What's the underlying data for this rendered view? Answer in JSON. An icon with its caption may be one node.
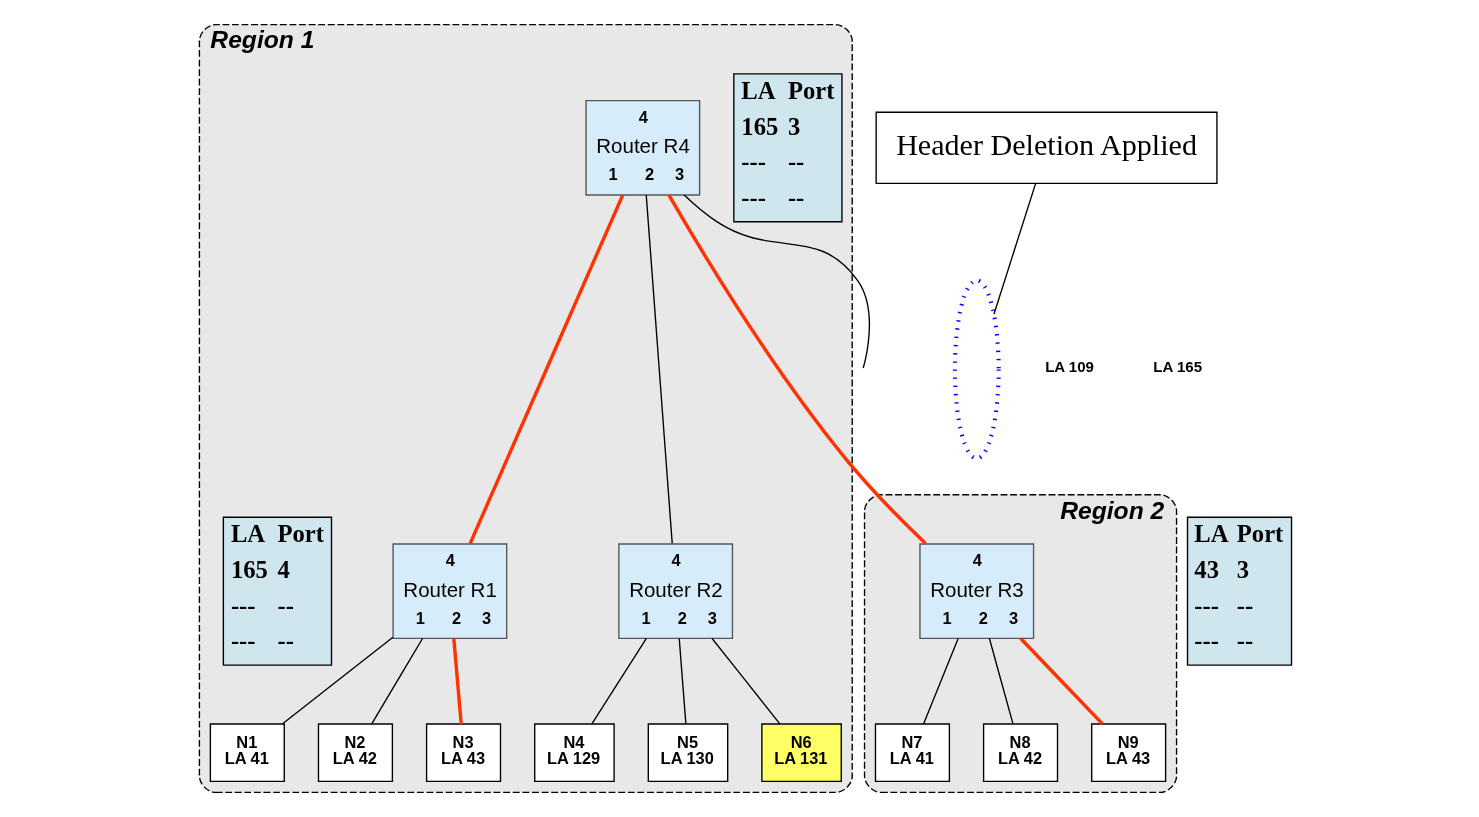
{
  "diagram": {
    "nodes": [
      {
        "text": [
          "Region 1"
        ]
      },
      {
        "text": [
          "LA",
          "Port",
          "165",
          "3",
          "---",
          "--",
          "---",
          "--"
        ],
        "in": 0
      },
      {
        "text": [
          "4",
          "Router R4",
          "1",
          "2",
          "3"
        ],
        "in": 0
      },
      {
        "text": [
          "Header Deletion Applied"
        ]
      },
      {
        "text": [],
        "shape": "ellipse"
      },
      {
        "text": [
          "Region 2"
        ]
      },
      {
        "text": [
          "LA",
          "Port",
          "165",
          "4",
          "---",
          "--",
          "---",
          "--"
        ],
        "in": 0
      },
      {
        "text": [
          "4",
          "Router R1",
          "1",
          "2",
          "3"
        ],
        "in": 0
      },
      {
        "text": [
          "4",
          "Router R2",
          "1",
          "2",
          "3"
        ],
        "in": 0
      },
      {
        "text": [
          "4",
          "Router R3",
          "1",
          "2",
          "3"
        ],
        "in": 5
      },
      {
        "text": [
          "LA",
          "Port",
          "43",
          "3",
          "---",
          "--",
          "---",
          "--"
        ]
      },
      {
        "text": [
          "N1",
          "LA 41"
        ],
        "in": 0
      },
      {
        "text": [
          "N2",
          "LA 42"
        ],
        "in": 0
      },
      {
        "text": [
          "N3",
          "LA 43"
        ],
        "in": 0
      },
      {
        "text": [
          "N4",
          "LA 129"
        ],
        "in": 0
      },
      {
        "text": [
          "N5",
          "LA 130"
        ],
        "in": 0
      },
      {
        "text": [
          "N6",
          "LA 131"
        ],
        "in": 0
      },
      {
        "text": [
          "N7",
          "LA 41"
        ],
        "in": 5
      },
      {
        "text": [
          "N8",
          "LA 42"
        ],
        "in": 5
      },
      {
        "text": [
          "N9",
          "LA 43"
        ],
        "in": 5
      }
    ],
    "edges": [
      {
        "from": 2,
        "to": null,
        "arrow": "none"
      },
      {
        "from": 2,
        "to": 7,
        "arrow": "none",
        "color": "#ff3300"
      },
      {
        "from": 2,
        "to": 8,
        "arrow": "none"
      },
      {
        "from": 2,
        "to": 9,
        "arrow": "none",
        "color": "#ff3300"
      },
      {
        "from": 3,
        "to": 4,
        "arrow": "none"
      },
      {
        "from": 7,
        "to": 11,
        "arrow": "none"
      },
      {
        "from": 7,
        "to": 12,
        "arrow": "none"
      },
      {
        "from": 7,
        "to": 13,
        "arrow": "none",
        "color": "#ff3300"
      },
      {
        "from": 8,
        "to": 14,
        "arrow": "none"
      },
      {
        "from": 8,
        "to": 15,
        "arrow": "none"
      },
      {
        "from": 8,
        "to": 16,
        "arrow": "none"
      },
      {
        "from": 9,
        "to": 17,
        "arrow": "none"
      },
      {
        "from": 9,
        "to": 18,
        "arrow": "none"
      },
      {
        "from": 9,
        "to": 19,
        "arrow": "none",
        "color": "#ff3300"
      }
    ],
    "labels": [
      "LA 109",
      "LA 165"
    ]
  }
}
